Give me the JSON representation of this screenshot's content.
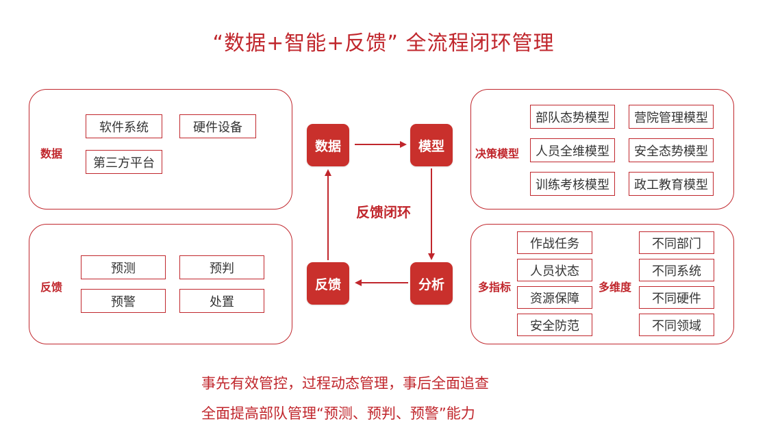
{
  "title": "“数据+智能+反馈” 全流程闭环管理",
  "colors": {
    "accent": "#c0262c",
    "node_fill": "#c9302c"
  },
  "data_panel": {
    "label": "数据",
    "items": [
      "软件系统",
      "硬件设备",
      "第三方平台"
    ]
  },
  "feedback_panel": {
    "label": "反馈",
    "items": [
      "预测",
      "预判",
      "预警",
      "处置"
    ]
  },
  "model_panel": {
    "label": "决策模型",
    "items": [
      "部队态势模型",
      "营院管理模型",
      "人员全维模型",
      "安全态势模型",
      "训练考核模型",
      "政工教育模型"
    ]
  },
  "analysis_panel": {
    "left_label": "多指标",
    "left_items": [
      "作战任务",
      "人员状态",
      "资源保障",
      "安全防范"
    ],
    "right_label": "多维度",
    "right_items": [
      "不同部门",
      "不同系统",
      "不同硬件",
      "不同领域"
    ]
  },
  "cycle": {
    "nodes": {
      "data": "数据",
      "model": "模型",
      "analysis": "分析",
      "feedback": "反馈"
    },
    "center_label": "反馈闭环"
  },
  "bottom": {
    "line1": "事先有效管控，过程动态管理，事后全面追查",
    "line2": "全面提高部队管理“预测、预判、预警”能力"
  }
}
